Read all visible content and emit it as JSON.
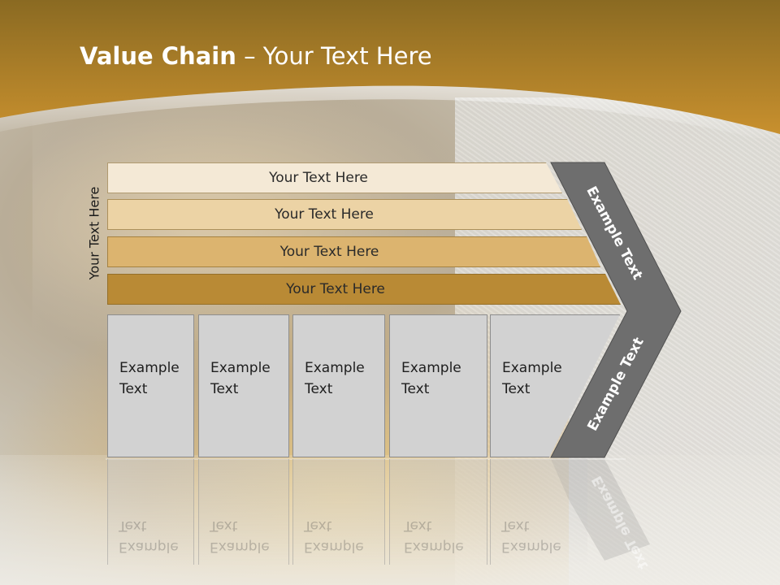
{
  "slide": {
    "title_bold": "Value Chain",
    "title_rest": " – Your Text Here",
    "vertical_label": "Your Text Here",
    "bars": [
      {
        "label": "Your Text Here",
        "color": "#f4e9d6"
      },
      {
        "label": "Your Text Here",
        "color": "#ecd3a5"
      },
      {
        "label": "Your Text Here",
        "color": "#dcb46f"
      },
      {
        "label": "Your Text Here",
        "color": "#b98a35"
      }
    ],
    "boxes": [
      {
        "line1": "Example",
        "line2": "Text"
      },
      {
        "line1": "Example",
        "line2": "Text"
      },
      {
        "line1": "Example",
        "line2": "Text"
      },
      {
        "line1": "Example",
        "line2": "Text"
      },
      {
        "line1": "Example",
        "line2": "Text"
      }
    ],
    "chevron_upper_label": "Example Text",
    "chevron_lower_label": "Example Text",
    "colors": {
      "header_top": "#8a6a22",
      "header_bottom": "#c8902e",
      "chevron": "#6e6e6e",
      "box": "#d2d2d2"
    }
  }
}
